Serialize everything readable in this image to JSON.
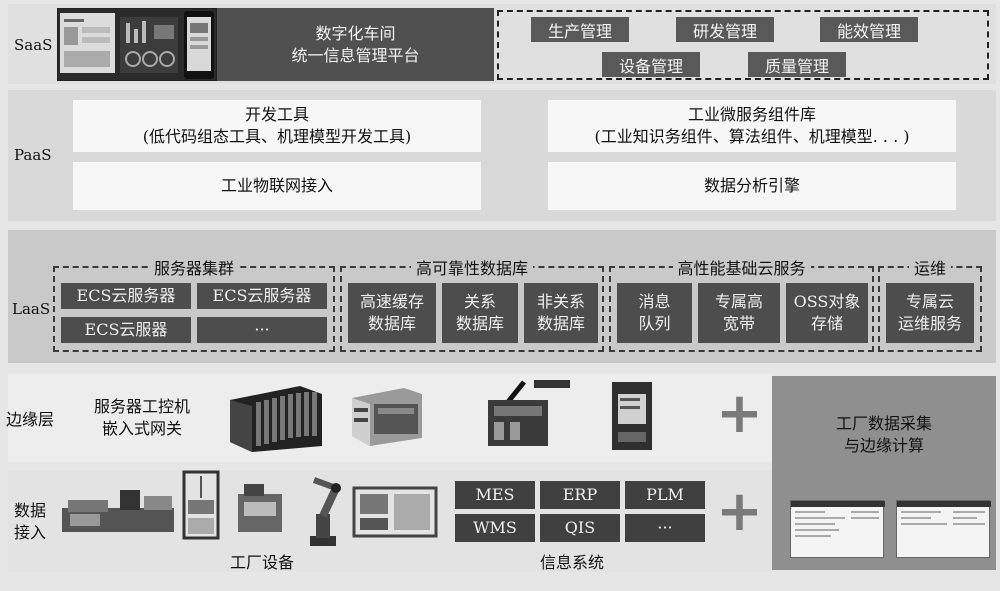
{
  "saas": {
    "label": "SaaS",
    "platform_line1": "数字化车间",
    "platform_line2": "统一信息管理平台",
    "modules": [
      "生产管理",
      "研发管理",
      "能效管理",
      "设备管理",
      "质量管理"
    ]
  },
  "paas": {
    "label": "PaaS",
    "dev_tools_title": "开发工具",
    "dev_tools_sub": "(低代码组态工具、机理模型开发工具)",
    "micro_title": "工业微服务组件库",
    "micro_sub": "(工业知识务组件、算法组件、机理模型. . . )",
    "iot": "工业物联网接入",
    "analytics": "数据分析引擎"
  },
  "iaas": {
    "label": "LaaS",
    "groups": [
      {
        "title": "服务器集群",
        "cells": [
          "ECS云服务器",
          "ECS云服务器",
          "ECS云服器",
          "···"
        ]
      },
      {
        "title": "高可靠性数据库",
        "cells": [
          "高速缓存\n数据库",
          "关系\n数据库",
          "非关系\n数据库"
        ]
      },
      {
        "title": "高性能基础云服务",
        "cells": [
          "消息\n队列",
          "专属高\n宽带",
          "OSS对象\n存储"
        ]
      },
      {
        "title": "运维",
        "cells": [
          "专属云\n运维服务"
        ]
      }
    ]
  },
  "edge": {
    "label": "边缘层",
    "desc_line1": "服务器工控机",
    "desc_line2": "嵌入式网关",
    "right_line1": "工厂数据采集",
    "right_line2": "与边缘计算"
  },
  "data_access": {
    "label_line1": "数据",
    "label_line2": "接入",
    "equipment_caption": "工厂设备",
    "systems": [
      "MES",
      "ERP",
      "PLM",
      "WMS",
      "QIS",
      "···"
    ],
    "systems_caption": "信息系统"
  },
  "plus_symbol": "+"
}
